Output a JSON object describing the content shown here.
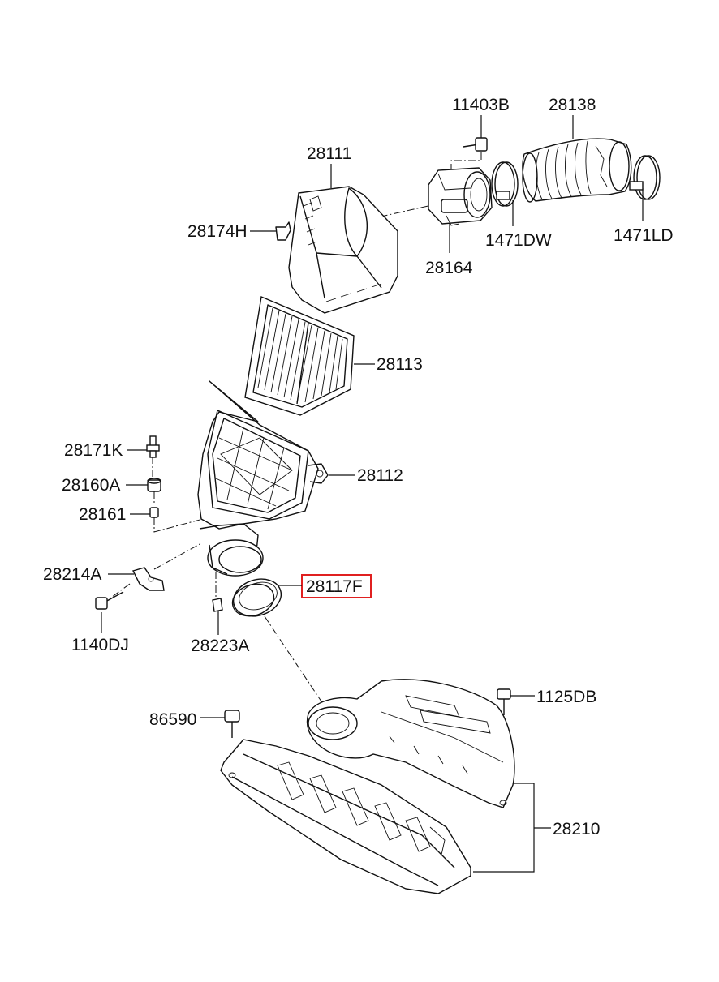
{
  "callouts": {
    "c11403B": "11403B",
    "c28138": "28138",
    "c28111": "28111",
    "c28174H": "28174H",
    "c28164": "28164",
    "c1471DW": "1471DW",
    "c1471LD": "1471LD",
    "c28113": "28113",
    "c28171K": "28171K",
    "c28160A": "28160A",
    "c28161": "28161",
    "c28112": "28112",
    "c28214A": "28214A",
    "c28117F": "28117F",
    "c1140DJ": "1140DJ",
    "c28223A": "28223A",
    "c1125DB": "1125DB",
    "c86590": "86590",
    "c28210": "28210"
  },
  "highlight": {
    "part": "28117F",
    "color": "#e02020"
  }
}
